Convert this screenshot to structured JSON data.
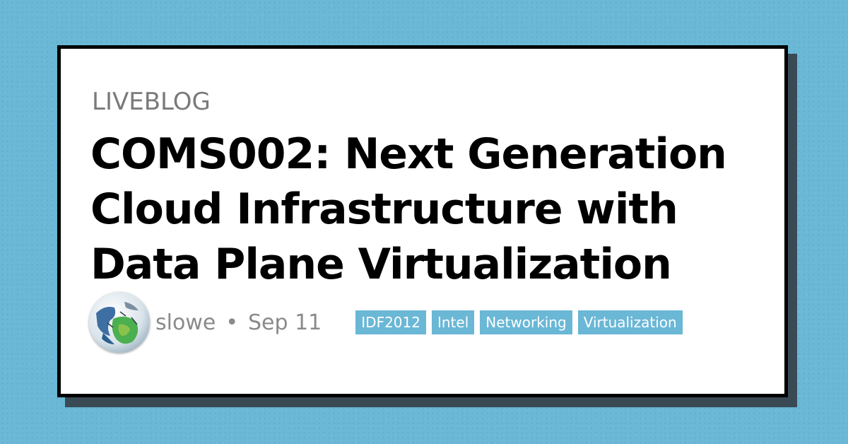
{
  "post": {
    "kicker": "LIVEBLOG",
    "title": "COMS002: Next Generation Cloud Infrastructure with Data Plane Virtualization",
    "author": "slowe",
    "separator": "•",
    "date": "Sep 11",
    "tags": [
      "IDF2012",
      "Intel",
      "Networking",
      "Virtualization"
    ]
  },
  "icons": {
    "avatar": "author-avatar-globe-image"
  },
  "colors": {
    "background": "#6ab7d6",
    "tag_background": "#6ab7d6",
    "card_border": "#000000",
    "kicker_text": "#7a7a7a"
  }
}
